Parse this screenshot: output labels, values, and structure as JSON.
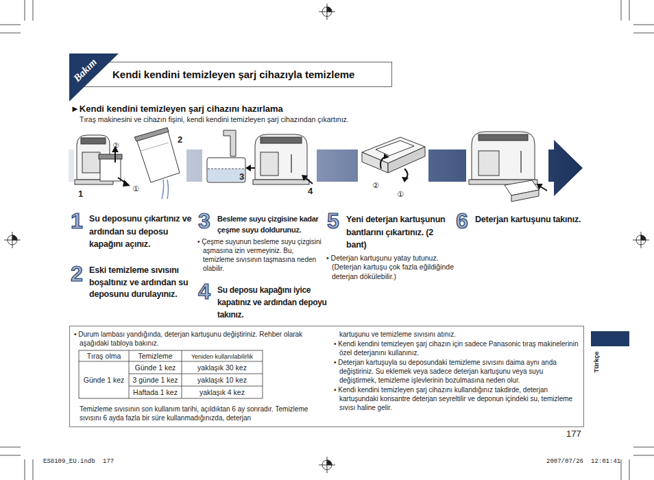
{
  "diagram": {
    "nodes": [
      {
        "text": [
          "Bakım"
        ]
      },
      {
        "text": [
          "Kendi kendini temizleyen şarj cihazıyla temizleme"
        ]
      },
      {
        "text": [
          "• Durum lambası yandığında, deterjan kartuşunu değiştiriniz. Rehber olarak aşağıdaki tabloya bakınız.",
          "Temizleme sıvısının son kullanım tarihi, açıldıktan 6 ay sonradır. Temizleme sıvısını 6 ayda fazla bir süre kullanmadığınızda, deterjan",
          "kartuşunu ve temizleme sıvısını atınız.",
          "• Kendi kendini temizleyen şarj cihazın için sadece Panasonic tıraş makinelerinin özel deterjanını kullanınız.",
          "• Deterjan kartuşuyla su deposundaki temizleme sıvısını daima aynı anda değiştiriniz. Su eklemek veya sadece deterjan kartuşunu veya suyu değiştirmek, temizleme işlevlerinin bozulmasına neden olur.",
          "• Kendi kendini temizleyen şarj cihazını kullandığınız takdirde, deterjan kartuşundaki konsantre deterjan seyreltilir ve deponun içindeki su, temizleme sıvısı haline gelir."
        ]
      }
    ],
    "labels": [
      "►Kendi kendini temizleyen şarj cihazını hazırlama",
      "Tıraş makinesini ve cihazın fişini, kendi kendini temizleyen şarj cihazından çıkartınız.",
      "②",
      "2",
      "1",
      "①",
      "3",
      "4",
      "②",
      "①",
      "1",
      "Su deposunu çıkartınız ve ardından su deposu kapağını açınız.",
      "2",
      "Eski temizleme sıvısını boşaltınız ve ardından su deposunu durulayınız.",
      "3",
      "Besleme suyu çizgisine kadar çeşme suyu doldurunuz.",
      "• Çeşme suyunun besleme suyu çizgisini aşmasına izin vermeyiniz. Bu, temizleme sıvısının taşmasına neden olabilir.",
      "4",
      "Su deposu kapağını iyice kapatınız ve ardından depoyu takınız.",
      "5",
      "Yeni deterjan kartuşunun bantlarını çıkartınız. (2 bant)",
      "• Deterjan kartuşunu yatay tutunuz. (Deterjan kartuşu çok fazla eğildiğinde deterjan dökülebilir.)",
      "6",
      "Deterjan kartuşunu takınız.",
      "Tıraş olma",
      "Temizleme",
      "Yeniden kullanılabilirlik",
      "Günde 1 kez",
      "Günde 1 kez",
      "yaklaşık 30 kez",
      "3 günde 1 kez",
      "yaklaşık 10 kez",
      "Haftada 1 kez",
      "yaklaşık 4 kez",
      "Türkçe",
      "177",
      "ES8109_EU.indb",
      "177",
      "2007/07/26",
      "12:01:41"
    ]
  }
}
